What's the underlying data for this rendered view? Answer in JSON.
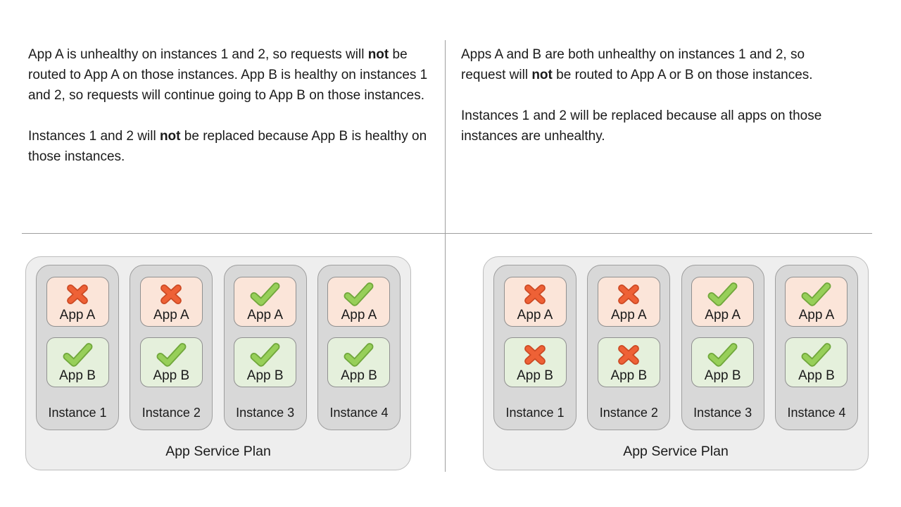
{
  "colors": {
    "text": "#1a1a1a",
    "divider": "#9e9e9e",
    "plan_bg": "#eeeeee",
    "instance_bg": "#d8d8d8",
    "app_a_bg": "#fbe5d9",
    "app_b_bg": "#e5f0dc",
    "unhealthy_core": "#ee6136",
    "unhealthy_edge": "#cc4a24",
    "healthy_core": "#97cf59",
    "healthy_edge": "#71a73c"
  },
  "panels": [
    {
      "id": "left",
      "paragraphs": [
        {
          "segments": [
            {
              "text": "App A is unhealthy on instances 1 and 2, so requests will ",
              "style": "normal"
            },
            {
              "text": "not",
              "style": "bold"
            },
            {
              "text": " be routed to App A on those instances. App B is healthy on instances 1 and 2, so requests will continue going to App B on those instances.",
              "style": "normal"
            }
          ]
        },
        {
          "segments": [
            {
              "text": "Instances 1 and 2 will ",
              "style": "normal"
            },
            {
              "text": "not",
              "style": "bold"
            },
            {
              "text": " be replaced because App B is healthy on those instances.",
              "style": "normal"
            }
          ]
        }
      ],
      "plan": {
        "label": "App Service Plan",
        "instances": [
          {
            "label": "Instance 1",
            "apps": [
              {
                "label": "App A",
                "status": "unhealthy"
              },
              {
                "label": "App B",
                "status": "healthy"
              }
            ]
          },
          {
            "label": "Instance 2",
            "apps": [
              {
                "label": "App A",
                "status": "unhealthy"
              },
              {
                "label": "App B",
                "status": "healthy"
              }
            ]
          },
          {
            "label": "Instance 3",
            "apps": [
              {
                "label": "App A",
                "status": "healthy"
              },
              {
                "label": "App B",
                "status": "healthy"
              }
            ]
          },
          {
            "label": "Instance 4",
            "apps": [
              {
                "label": "App A",
                "status": "healthy"
              },
              {
                "label": "App B",
                "status": "healthy"
              }
            ]
          }
        ]
      }
    },
    {
      "id": "right",
      "paragraphs": [
        {
          "segments": [
            {
              "text": "Apps A and B are both unhealthy on instances 1 and 2, so request will ",
              "style": "normal"
            },
            {
              "text": "not",
              "style": "bold"
            },
            {
              "text": " be routed to App A or B on those instances.",
              "style": "normal"
            }
          ]
        },
        {
          "segments": [
            {
              "text": "Instances 1 and 2 will be replaced because all apps on those instances are unhealthy.",
              "style": "normal"
            }
          ]
        }
      ],
      "plan": {
        "label": "App Service Plan",
        "instances": [
          {
            "label": "Instance 1",
            "apps": [
              {
                "label": "App A",
                "status": "unhealthy"
              },
              {
                "label": "App B",
                "status": "unhealthy"
              }
            ]
          },
          {
            "label": "Instance 2",
            "apps": [
              {
                "label": "App A",
                "status": "unhealthy"
              },
              {
                "label": "App B",
                "status": "unhealthy"
              }
            ]
          },
          {
            "label": "Instance 3",
            "apps": [
              {
                "label": "App A",
                "status": "healthy"
              },
              {
                "label": "App B",
                "status": "healthy"
              }
            ]
          },
          {
            "label": "Instance 4",
            "apps": [
              {
                "label": "App A",
                "status": "healthy"
              },
              {
                "label": "App B",
                "status": "healthy"
              }
            ]
          }
        ]
      }
    }
  ]
}
